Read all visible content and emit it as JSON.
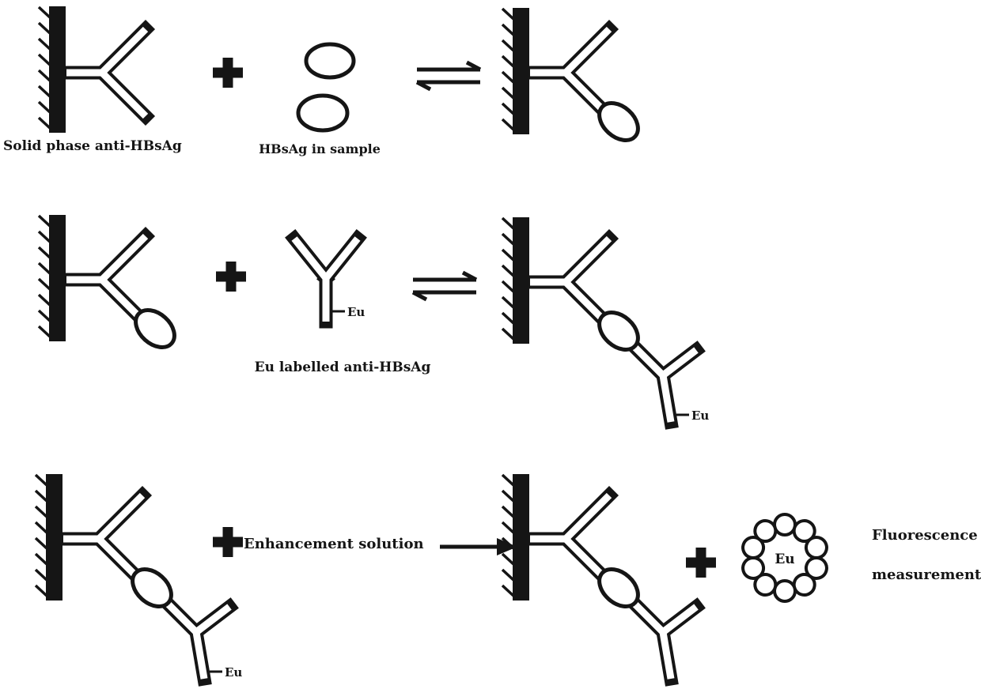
{
  "labels": {
    "solid_phase": "Solid phase anti-HBsAg",
    "sample": "HBsAg in sample",
    "eu_antibody": "Eu labelled anti-HBsAg",
    "enhancement": "Enhancement solution",
    "fluorescence_line1": "Fluorescence",
    "fluorescence_line2": "measurement"
  },
  "symbols": {
    "plus": "+",
    "eu": "Eu"
  },
  "icons": {
    "plus": "+",
    "equilibrium": "⇌",
    "arrow_right": "→"
  },
  "colors": {
    "ink": "#151515",
    "background": "#ffffff"
  }
}
